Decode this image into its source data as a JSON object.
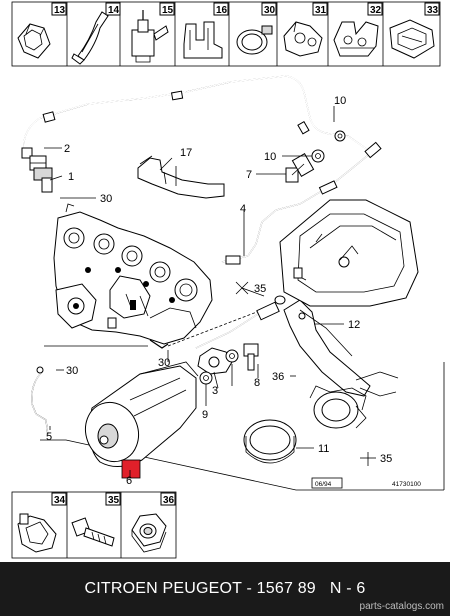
{
  "top_strip": {
    "cells": [
      "13",
      "14",
      "15",
      "16",
      "30",
      "31",
      "32",
      "33"
    ]
  },
  "bottom_strip": {
    "cells": [
      "34",
      "35",
      "36"
    ]
  },
  "callouts": {
    "c1": "1",
    "c2": "2",
    "c3": "3",
    "c4": "4",
    "c5": "5",
    "c6": "6",
    "c7": "7",
    "c8": "8",
    "c9": "9",
    "c10a": "10",
    "c10b": "10",
    "c11": "11",
    "c12": "12",
    "c17": "17",
    "c30a": "30",
    "c30b": "30",
    "c30c": "30",
    "c35a": "35",
    "c35b": "35",
    "c36": "36"
  },
  "stamps": {
    "date": "06/94",
    "ref": "41730100"
  },
  "footer": {
    "brand": "CITROEN PEUGEOT",
    "separator": " - ",
    "part_number": "1567 89",
    "position": "N - 6",
    "site": "parts-catalogs.com"
  },
  "colors": {
    "highlight": "#e0202a",
    "footer_bg": "#1a1a1a",
    "footer_text": "#ffffff"
  }
}
